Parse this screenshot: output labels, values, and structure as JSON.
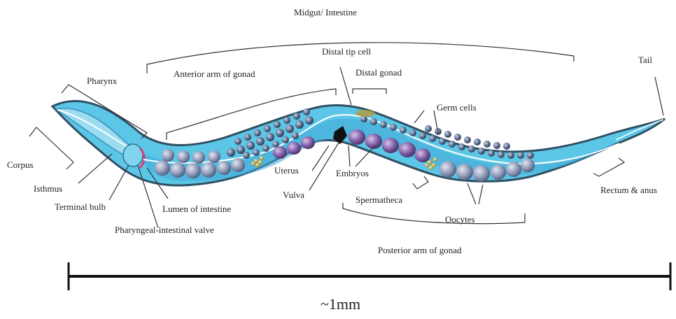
{
  "labels": {
    "midgut": "Midgut/ Intestine",
    "distal_tip_cell": "Distal tip cell",
    "tail": "Tail",
    "pharynx": "Pharynx",
    "anterior_arm": "Anterior arm of gonad",
    "distal_gonad": "Distal gonad",
    "germ_cells": "Germ cells",
    "corpus": "Corpus",
    "isthmus": "Isthmus",
    "terminal_bulb": "Terminal bulb",
    "lumen": "Lumen of intestine",
    "valve": "Pharyngeal-intestinal valve",
    "uterus": "Uterus",
    "vulva": "Vulva",
    "embryos": "Embryos",
    "spermatheca": "Spermatheca",
    "oocytes": "Oocytes",
    "posterior_arm": "Posterior arm of gonad",
    "rectum": "Rectum & anus"
  },
  "scale": {
    "label": "~1mm"
  },
  "colors": {
    "body_fill": "#5cc6e6",
    "body_outline": "#2f4f63",
    "pharynx_fill": "#7fd4ee",
    "gut_fill": "#3fa9d8",
    "germ_cell": "#4a5d7a",
    "oocyte": "#7d8aa8",
    "embryo": "#7a5a9e",
    "valve": "#e23a6d",
    "spermatheca": "#b79a3a",
    "vulva": "#111111"
  }
}
